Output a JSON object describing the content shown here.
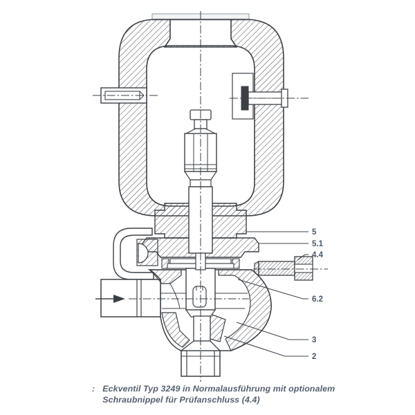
{
  "figure": {
    "caption": {
      "marker": ":",
      "line1": "Eckventil Typ 3249 in Normalausführung mit optionalem",
      "line2": "Schraubnippel für Prüfanschluss (4.4)"
    },
    "part_labels": [
      {
        "text": "5"
      },
      {
        "text": "5.1"
      },
      {
        "text": "4.4"
      },
      {
        "text": "6.2"
      },
      {
        "text": "3"
      },
      {
        "text": "2"
      }
    ],
    "icons": {
      "flow_arrow": "right-arrow"
    },
    "colors": {
      "drawing_line": "#3b4046",
      "label_text": "#4b5766",
      "caption_text": "#566070",
      "background": "#ffffff"
    }
  }
}
